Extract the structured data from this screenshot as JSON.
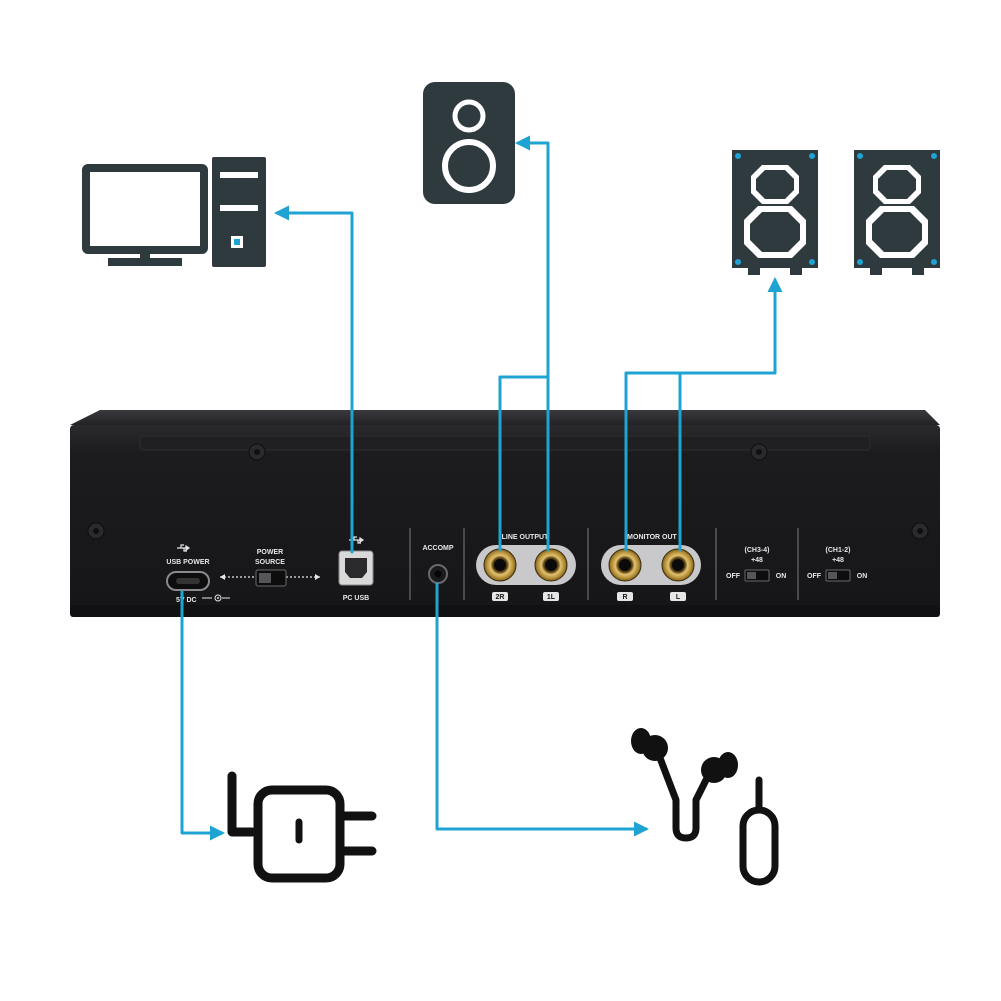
{
  "colors": {
    "cable": "#1fa3d3",
    "icon": "#2f3a3f",
    "panel": "#1c1c1e",
    "panel_edge": "#2b2b2e",
    "gold": "#c8a24a",
    "label": "#e6e6e6",
    "blue_accent": "#1fa3d3"
  },
  "device": {
    "usb_power": {
      "label": "USB POWER",
      "sublabel": "5V DC",
      "icon": "usb-trident-icon"
    },
    "power_source": {
      "label_line1": "POWER",
      "label_line2": "SOURCE"
    },
    "pc_usb": {
      "label": "PC USB",
      "icon": "usb-trident-icon"
    },
    "accomp": {
      "label": "ACCOMP"
    },
    "line_output": {
      "label": "LINE OUTPUT",
      "right_tag": "2R",
      "left_tag": "1L"
    },
    "monitor_out": {
      "label": "MONITOR OUT",
      "right_tag": "R",
      "left_tag": "L"
    },
    "phantom_ch34": {
      "label_line1": "(CH3-4)",
      "label_line2": "+48",
      "off": "OFF",
      "on": "ON"
    },
    "phantom_ch12": {
      "label_line1": "(CH1-2)",
      "label_line2": "+48",
      "off": "OFF",
      "on": "ON"
    }
  },
  "peripherals": [
    {
      "name": "computer",
      "icon": "desktop-computer-icon"
    },
    {
      "name": "speaker",
      "icon": "speaker-icon"
    },
    {
      "name": "studio-monitors",
      "icon": "studio-monitor-pair-icon"
    },
    {
      "name": "power-adapter",
      "icon": "power-plug-icon"
    },
    {
      "name": "earphones",
      "icon": "earphones-icon"
    }
  ],
  "connections": [
    {
      "from": "pc_usb",
      "to": "computer"
    },
    {
      "from": "line_output",
      "to": "speaker"
    },
    {
      "from": "monitor_out",
      "to": "studio-monitors"
    },
    {
      "from": "usb_power",
      "to": "power-adapter"
    },
    {
      "from": "accomp",
      "to": "earphones"
    }
  ]
}
